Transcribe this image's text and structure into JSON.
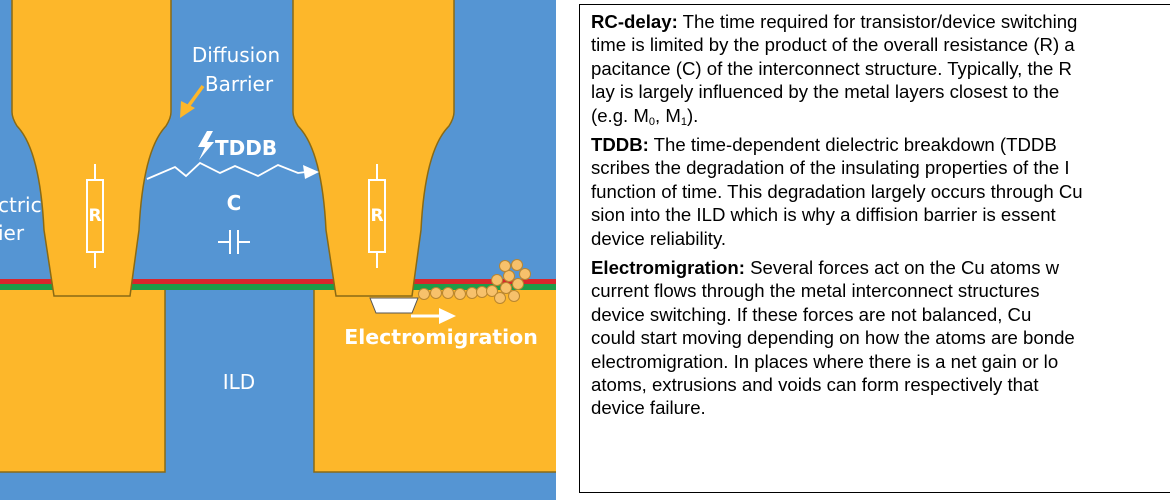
{
  "diagram": {
    "labels": {
      "diffusion_barrier_line1": "Diffusion",
      "diffusion_barrier_line2": "Barrier",
      "dielectric_barrier_line1": "ctric",
      "dielectric_barrier_line2": "ier",
      "tddb": "TDDB",
      "capacitor": "C",
      "resistor_left": "R",
      "resistor_right": "R",
      "ild": "ILD",
      "electromigration": "Electromigration"
    },
    "colors": {
      "ild_blue": "#5595d3",
      "metal_gold": "#fdb72a",
      "metal_outline": "#8a6a14",
      "barrier_red": "#d9262c",
      "barrier_green": "#1f9c48",
      "cu_atom": "#f7c16b"
    }
  },
  "text_panel": {
    "rc_delay": {
      "term": "RC-delay:",
      "lines": [
        " The time required for transistor/device switching",
        "time is limited by the product of the overall resistance (R) a",
        "pacitance (C) of the interconnect structure. Typically, the R",
        "lay is largely influenced by the metal layers closest to the",
        "(e.g. M",
        "0",
        ", M",
        "1",
        ")."
      ]
    },
    "tddb": {
      "term": "TDDB:",
      "lines": [
        " The time-dependent dielectric breakdown (TDDB",
        "scribes the degradation of the insulating properties of the I",
        "function of time. This degradation largely occurs through Cu",
        "sion into the ILD which is why a diffision barrier is essent",
        "device reliability."
      ]
    },
    "electromigration": {
      "term": "Electromigration:",
      "lines": [
        " Several forces act on the Cu atoms w",
        "current flows through the metal interconnect structures",
        "device switching. If these forces are not balanced, Cu",
        "could start moving depending on how the atoms are bonde",
        "electromigration. In places where there is a net gain or lo",
        "atoms, extrusions and voids can form respectively that",
        "device failure."
      ]
    }
  }
}
